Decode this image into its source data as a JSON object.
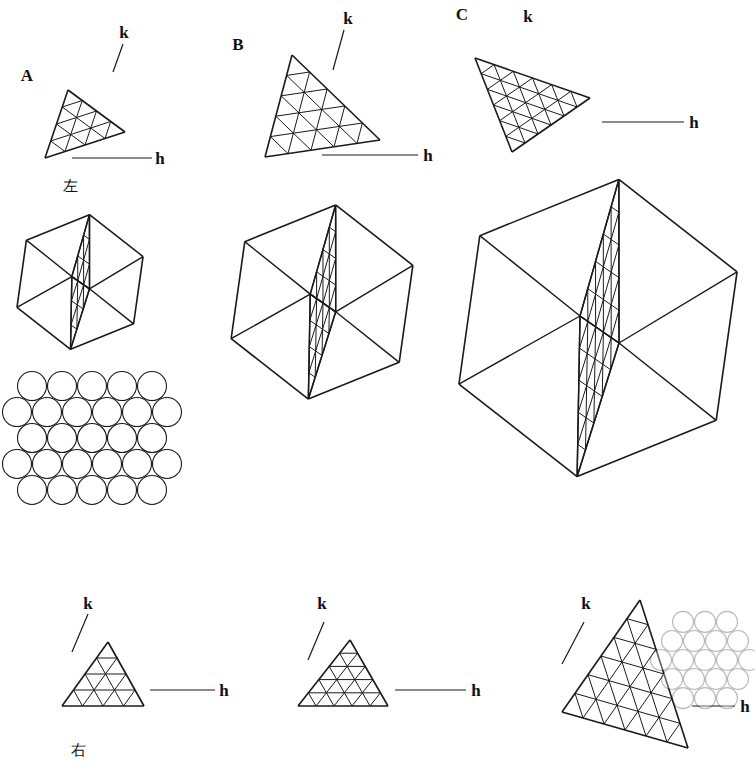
{
  "diagram": {
    "labels": [
      "A",
      "k",
      "h",
      "左",
      "B",
      "k",
      "h",
      "C",
      "k",
      "h",
      "k",
      "h",
      "右",
      "k",
      "h",
      "k",
      "h"
    ]
  }
}
